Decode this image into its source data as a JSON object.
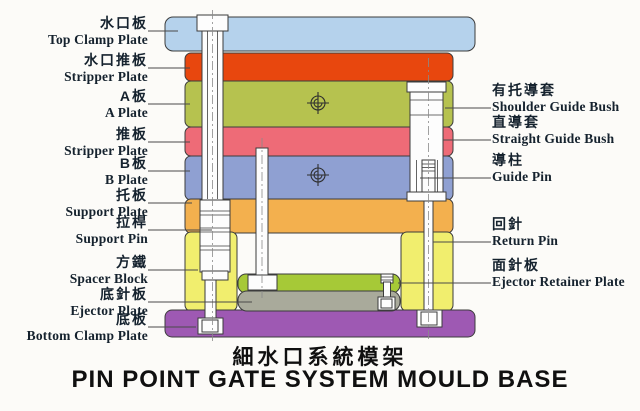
{
  "title": {
    "zh": "細水口系統模架",
    "en": "PIN POINT GATE SYSTEM MOULD BASE"
  },
  "left_labels": [
    {
      "zh": "水口板",
      "en": "Top Clamp Plate"
    },
    {
      "zh": "水口推板",
      "en": "Stripper Plate"
    },
    {
      "zh": "A板",
      "en": "A Plate"
    },
    {
      "zh": "推板",
      "en": "Stripper Plate"
    },
    {
      "zh": "B板",
      "en": "B Plate"
    },
    {
      "zh": "托板",
      "en": "Support Plate"
    },
    {
      "zh": "拉桿",
      "en": "Support Pin"
    },
    {
      "zh": "方鐵",
      "en": "Spacer Block"
    },
    {
      "zh": "底針板",
      "en": "Ejector Plate"
    },
    {
      "zh": "底板",
      "en": "Bottom Clamp Plate"
    }
  ],
  "right_labels": [
    {
      "zh": "有托導套",
      "en": "Shoulder Guide Bush"
    },
    {
      "zh": "直導套",
      "en": "Straight Guide Bush"
    },
    {
      "zh": "導柱",
      "en": "Guide Pin"
    },
    {
      "zh": "回針",
      "en": "Return Pin"
    },
    {
      "zh": "面針板",
      "en": "Ejector Retainer Plate"
    }
  ],
  "colors": {
    "top_clamp_plate": "#b5d2ec",
    "stripper_plate_upper": "#e8470e",
    "a_plate": "#b6c24f",
    "stripper_plate": "#ee6b77",
    "b_plate": "#8fa0d2",
    "support_plate": "#f3b04e",
    "spacer_block": "#f1ee6e",
    "ejector_retainer_plate": "#a6c937",
    "ejector_plate": "#a9aa9b",
    "bottom_clamp_plate": "#9e59b3",
    "outline": "#3c3c3c",
    "label_text": "#15222e",
    "background": "#fcfbf8"
  }
}
